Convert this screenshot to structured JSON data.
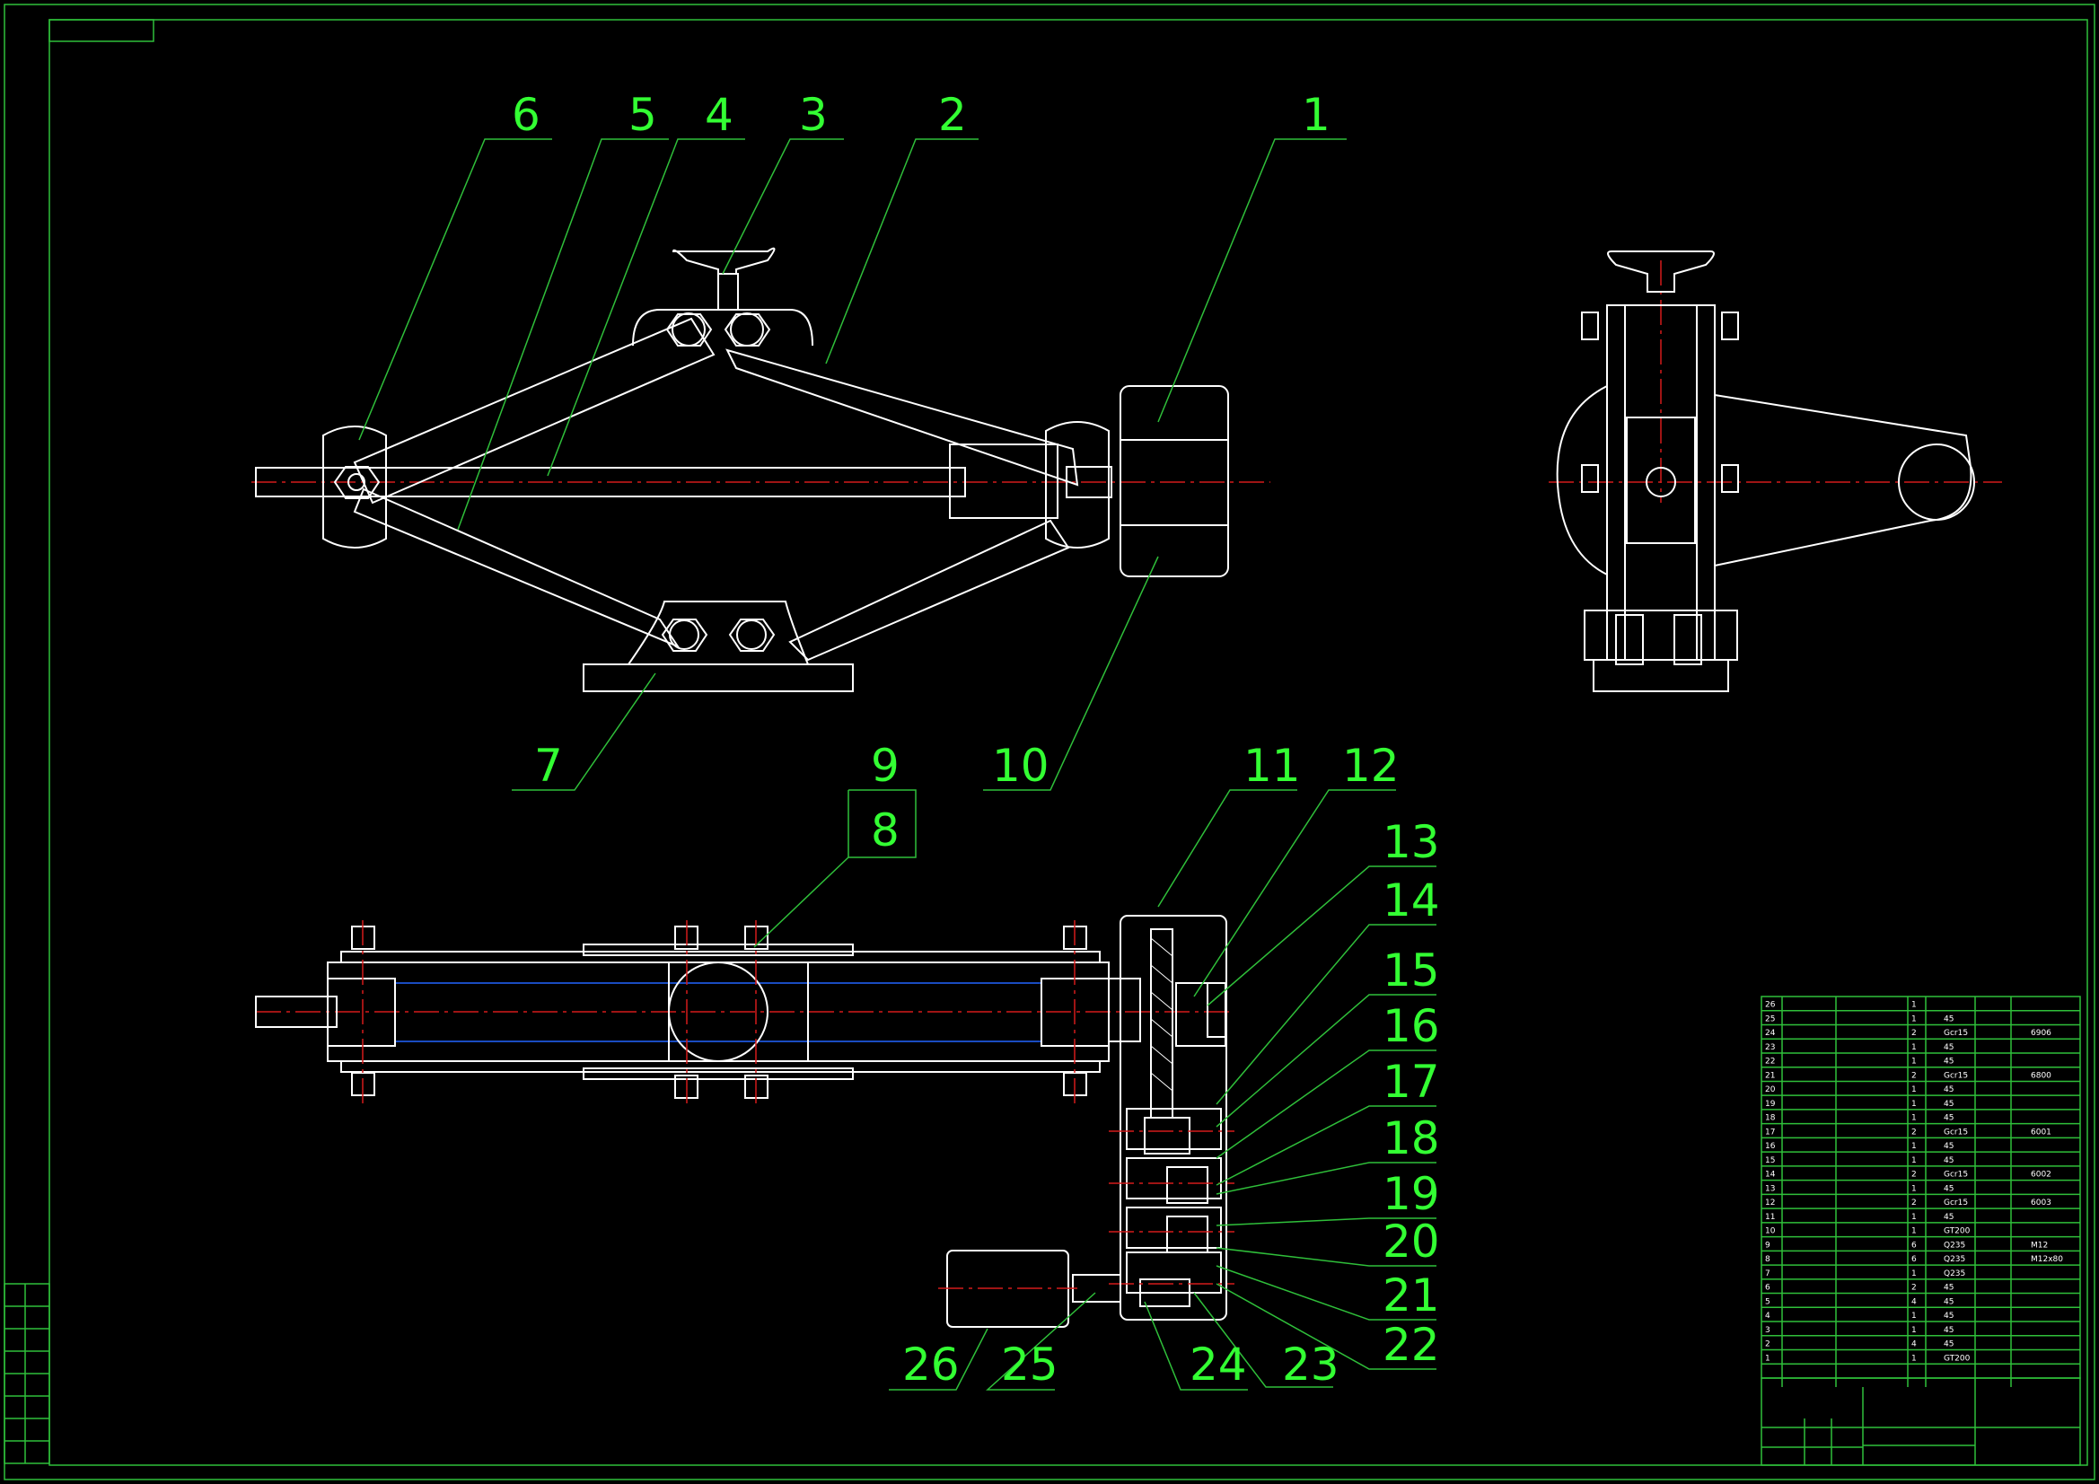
{
  "drawing": {
    "colors": {
      "background": "#000000",
      "lines": "#ffffff",
      "callouts": "#33ff33",
      "centerlines": "#d41a1a",
      "frame": "#2fbf3a"
    },
    "balloons": [
      "1",
      "2",
      "3",
      "4",
      "5",
      "6",
      "7",
      "8",
      "9",
      "10",
      "11",
      "12",
      "13",
      "14",
      "15",
      "16",
      "17",
      "18",
      "19",
      "20",
      "21",
      "22",
      "23",
      "24",
      "25",
      "26"
    ],
    "bom_rows": [
      {
        "no": "26",
        "mat": "",
        "qty": "1",
        "note": ""
      },
      {
        "no": "25",
        "mat": "45",
        "qty": "1",
        "note": ""
      },
      {
        "no": "24",
        "mat": "Gcr15",
        "qty": "2",
        "note": "6906"
      },
      {
        "no": "23",
        "mat": "45",
        "qty": "1",
        "note": ""
      },
      {
        "no": "22",
        "mat": "45",
        "qty": "1",
        "note": ""
      },
      {
        "no": "21",
        "mat": "Gcr15",
        "qty": "2",
        "note": "6800"
      },
      {
        "no": "20",
        "mat": "45",
        "qty": "1",
        "note": ""
      },
      {
        "no": "19",
        "mat": "45",
        "qty": "1",
        "note": ""
      },
      {
        "no": "18",
        "mat": "45",
        "qty": "1",
        "note": ""
      },
      {
        "no": "17",
        "mat": "Gcr15",
        "qty": "2",
        "note": "6001"
      },
      {
        "no": "16",
        "mat": "45",
        "qty": "1",
        "note": ""
      },
      {
        "no": "15",
        "mat": "45",
        "qty": "1",
        "note": ""
      },
      {
        "no": "14",
        "mat": "Gcr15",
        "qty": "2",
        "note": "6002"
      },
      {
        "no": "13",
        "mat": "45",
        "qty": "1",
        "note": ""
      },
      {
        "no": "12",
        "mat": "Gcr15",
        "qty": "2",
        "note": "6003"
      },
      {
        "no": "11",
        "mat": "45",
        "qty": "1",
        "note": ""
      },
      {
        "no": "10",
        "mat": "GT200",
        "qty": "1",
        "note": ""
      },
      {
        "no": "9",
        "mat": "Q235",
        "qty": "6",
        "note": "M12"
      },
      {
        "no": "8",
        "mat": "Q235",
        "qty": "6",
        "note": "M12x80"
      },
      {
        "no": "7",
        "mat": "Q235",
        "qty": "1",
        "note": ""
      },
      {
        "no": "6",
        "mat": "45",
        "qty": "2",
        "note": ""
      },
      {
        "no": "5",
        "mat": "45",
        "qty": "4",
        "note": ""
      },
      {
        "no": "4",
        "mat": "45",
        "qty": "1",
        "note": ""
      },
      {
        "no": "3",
        "mat": "45",
        "qty": "1",
        "note": ""
      },
      {
        "no": "2",
        "mat": "45",
        "qty": "4",
        "note": ""
      },
      {
        "no": "1",
        "mat": "GT200",
        "qty": "1",
        "note": ""
      }
    ]
  }
}
